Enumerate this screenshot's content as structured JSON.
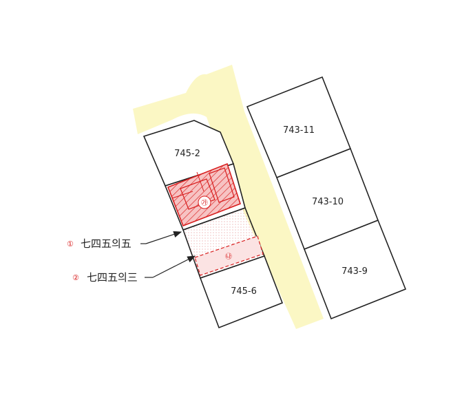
{
  "colors": {
    "road": "#fbf7c4",
    "building_stroke": "#d81e1e",
    "building_fill": "#f7c3c3",
    "annex_fill": "#fbe3e3",
    "parcel_stroke": "#222222",
    "annotation_number": "#d81e1e"
  },
  "parcels": {
    "p745_2": "745-2",
    "p745_6": "745-6",
    "p743_11": "743-11",
    "p743_10": "743-10",
    "p743_9": "743-9"
  },
  "building_marks": {
    "main": "㉮",
    "annex": "㉯"
  },
  "annotations": [
    {
      "number": "①",
      "text": "七四五의五"
    },
    {
      "number": "②",
      "text": "七四五의三"
    }
  ]
}
